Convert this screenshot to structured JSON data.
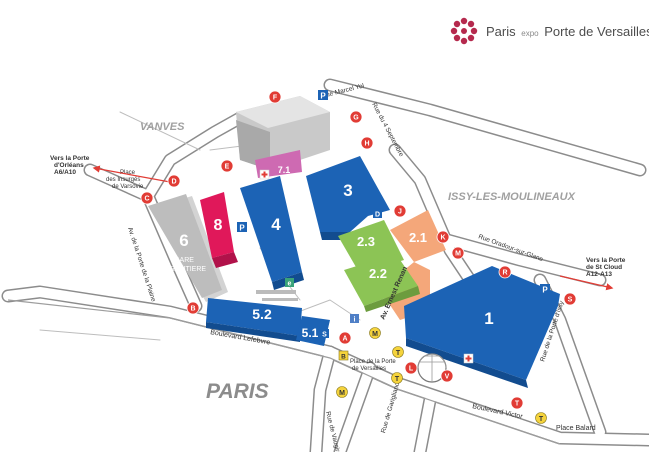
{
  "brand": {
    "name1": "Paris",
    "name_small": "expo",
    "name2": "Porte de Versailles"
  },
  "districts": {
    "vanves": "VANVES",
    "issy": "ISSY-LES-MOULINEAUX",
    "paris": "PARIS"
  },
  "halls": {
    "h1": "1",
    "h21": "2.1",
    "h22": "2.2",
    "h23": "2.3",
    "h3": "3",
    "h4": "4",
    "h51": "5.1",
    "h52": "5.2",
    "h6": "6",
    "h7": "7.1",
    "h8": "8"
  },
  "gare": {
    "line1": "GARE",
    "line2": "ROUTIERE"
  },
  "streets": {
    "marcel_yol": "Rue Marcel Yol",
    "quatre_sept": "Rue du 4 Septembre",
    "oradour": "Rue Oradour-sur-Glane",
    "ernest_renan": "Av. Ernest Renan",
    "porte_issy": "Rue de la Porte d'Issy",
    "lefebvre": "Boulevard Lefebvre",
    "victor": "Boulevard Victor",
    "balard": "Place Balard",
    "vaugirard": "Rue de Vaugirard",
    "garigliano": "Rue de Garigliano",
    "plaine": "Av. de la Porte de la Plaine",
    "place_versailles_1": "Place de la Porte",
    "place_versailles_2": "de Versailles",
    "insurges_1": "Place",
    "insurges_2": "des Insurgés",
    "insurges_3": "de Varsovie"
  },
  "directions": {
    "orleans": [
      "Vers la Porte",
      "d'Orléans",
      "A6/A10"
    ],
    "stcloud": [
      "Vers la Porte",
      "de St Cloud",
      "A12-A13"
    ]
  },
  "markers": [
    "A",
    "B",
    "C",
    "D",
    "E",
    "F",
    "G",
    "H",
    "J",
    "K",
    "L",
    "M",
    "R",
    "S",
    "T",
    "V"
  ],
  "parking": "P",
  "services": {
    "d": "D",
    "e": "e",
    "i": "i",
    "s": "S"
  },
  "transport": {
    "metro": "M",
    "tram": "T",
    "bus": "B"
  },
  "colors": {
    "hall_blue": "#1c63b5",
    "hall_pink": "#e0185a",
    "hall_green": "#8cc455",
    "hall_orange": "#f4a77a",
    "marker_red": "#e13c35",
    "transport_yellow": "#f5d33c",
    "hall7_grey": "#c9c9c9"
  }
}
